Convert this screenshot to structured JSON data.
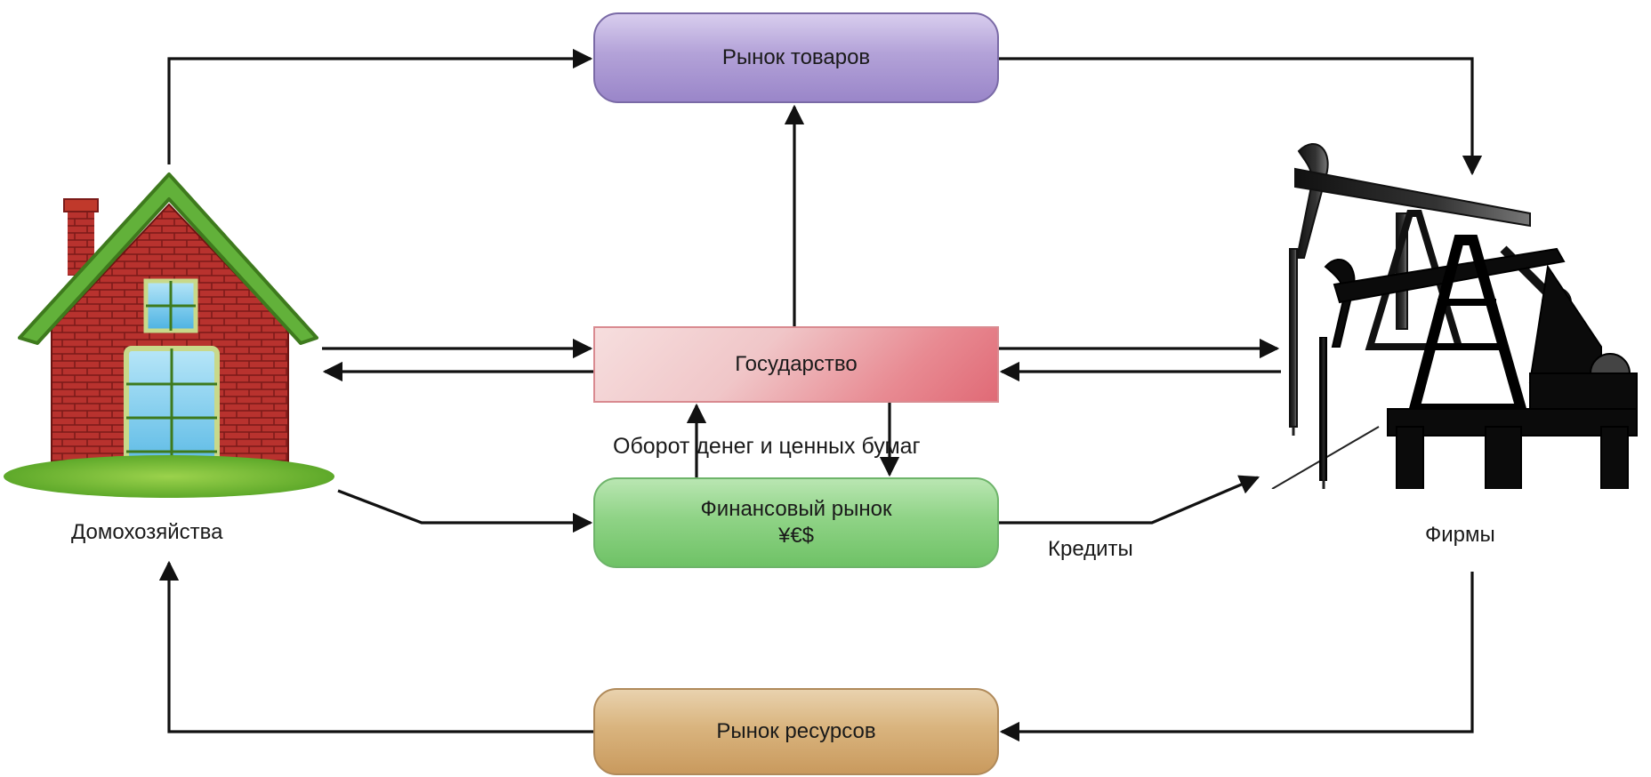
{
  "nodes": {
    "goods_market": "Рынок товаров",
    "government": "Государство",
    "financial_market": [
      "Финансовый рынок",
      "¥€$"
    ],
    "resource_market": "Рынок ресурсов"
  },
  "labels": {
    "households": "Домохозяйства",
    "firms": "Фирмы",
    "credits": "Кредиты",
    "money_flow": "Оборот денег и ценных бумаг"
  },
  "colors": {
    "goods_market": "#b3a2d8",
    "government": "#e88a92",
    "financial_market": "#8fd386",
    "resource_market": "#d9b47e",
    "arrow": "#111111"
  },
  "icons": {
    "households": "house-icon",
    "firms": "oil-pump-icon"
  }
}
